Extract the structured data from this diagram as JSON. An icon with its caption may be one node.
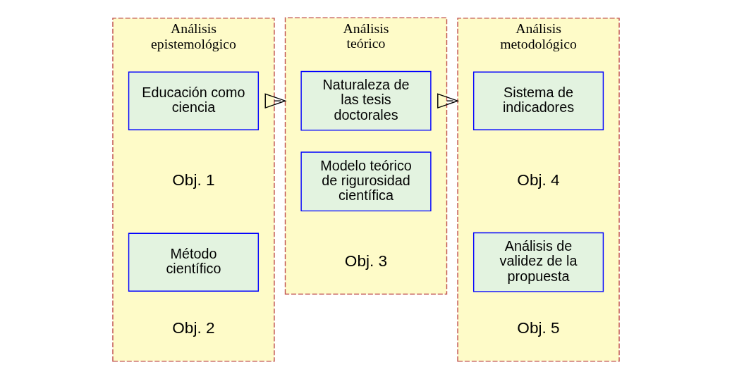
{
  "diagram": {
    "nodes": [
      {
        "text": [
          "Análisis epistemológico"
        ]
      },
      {
        "text": [
          "Educación como ciencia"
        ],
        "in": 0,
        "beside": [
          "Obj. 1"
        ]
      },
      {
        "text": [
          "Método científico"
        ],
        "in": 0,
        "beside": [
          "Obj. 2"
        ]
      },
      {
        "text": [
          "Análisis teórico"
        ]
      },
      {
        "text": [
          "Naturaleza de las tesis doctorales"
        ],
        "in": 3
      },
      {
        "text": [
          "Modelo teórico de rigurosidad científica"
        ],
        "in": 3,
        "beside": [
          "Obj. 3"
        ]
      },
      {
        "text": [
          "Análisis metodológico"
        ]
      },
      {
        "text": [
          "Sistema de indicadores"
        ],
        "in": 6,
        "beside": [
          "Obj. 4"
        ]
      },
      {
        "text": [
          "Análisis de validez de la propuesta"
        ],
        "in": 6,
        "beside": [
          "Obj. 5"
        ]
      }
    ],
    "edges": [
      {
        "from": 0,
        "to": 3,
        "arrow": "to"
      },
      {
        "from": 3,
        "to": 6,
        "arrow": "to"
      }
    ]
  }
}
